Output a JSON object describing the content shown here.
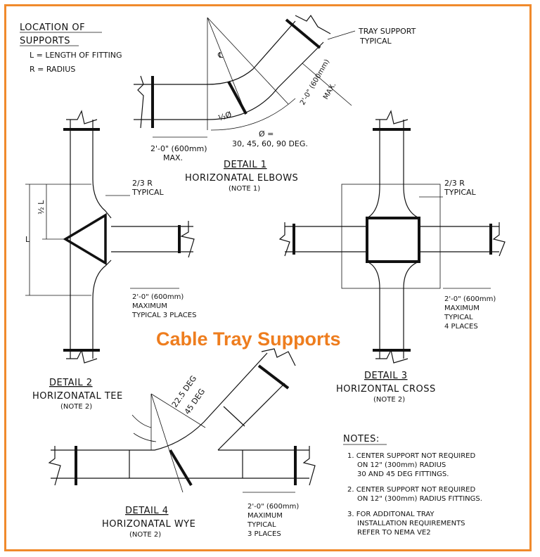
{
  "title": "Cable Tray Supports",
  "accent_color": "#ee7d1e",
  "legend": {
    "heading_line1": "LOCATION OF",
    "heading_line2": "SUPPORTS",
    "l_def": "L = LENGTH OF FITTING",
    "r_def": "R = RADIUS"
  },
  "detail1": {
    "label": "DETAIL 1",
    "name": "HORIZONATAL ELBOWS",
    "note": "(NOTE 1)",
    "callout": "TRAY SUPPORT",
    "callout2": "TYPICAL",
    "dim_max_a": "2'-0\" (600mm)",
    "dim_max_b": "MAX.",
    "dim_rot": "2'-0\" (600mm)",
    "dim_rot_max": "MAX.",
    "half_angle": "½Ø",
    "cl": "℄",
    "angle_label": "Ø =",
    "angle_values": "30, 45, 60, 90 DEG."
  },
  "detail2": {
    "label": "DETAIL 2",
    "name": "HORIZONATAL TEE",
    "note": "(NOTE 2)",
    "rad_a": "2/3 R",
    "rad_b": "TYPICAL",
    "dim_l": "L",
    "dim_half_l": "½ L",
    "max_a": "2'-0\" (600mm)",
    "max_b": "MAXIMUM",
    "max_c": "TYPICAL 3 PLACES"
  },
  "detail3": {
    "label": "DETAIL 3",
    "name": "HORIZONTAL CROSS",
    "note": "(NOTE 2)",
    "rad_a": "2/3 R",
    "rad_b": "TYPICAL",
    "max_a": "2'-0\" (600mm)",
    "max_b": "MAXIMUM",
    "max_c": "TYPICAL",
    "max_d": "4 PLACES"
  },
  "detail4": {
    "label": "DETAIL 4",
    "name": "HORIZONATAL WYE",
    "note": "(NOTE 2)",
    "angle_a": "22.5 DEG",
    "angle_b": "45 DEG",
    "max_a": "2'-0\" (600mm)",
    "max_b": "MAXIMUM",
    "max_c": "TYPICAL",
    "max_d": "3 PLACES"
  },
  "notes": {
    "heading": "NOTES:",
    "n1_a": "1. CENTER SUPPORT NOT REQUIRED",
    "n1_b": "ON 12\" (300mm) RADIUS",
    "n1_c": "30 AND 45 DEG FITTINGS.",
    "n2_a": "2. CENTER SUPPORT NOT REQUIRED",
    "n2_b": "ON 12\" (300mm) RADIUS FITTINGS.",
    "n3_a": "3. FOR ADDITONAL TRAY",
    "n3_b": "INSTALLATION REQUIREMENTS",
    "n3_c": "REFER TO NEMA VE2"
  }
}
